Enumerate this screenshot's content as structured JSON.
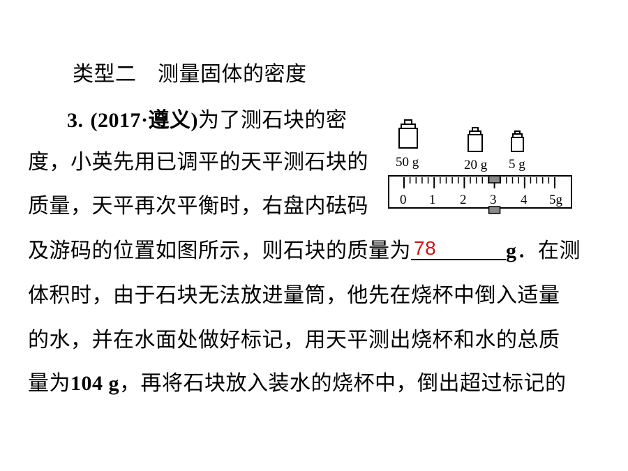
{
  "section": {
    "heading": "类型二　测量固体的密度"
  },
  "problem": {
    "number": "3.",
    "source": "(2017·遵义)",
    "lines": [
      "为了测石块的密",
      "度，小英先用已调平的天平测石块的",
      "质量，天平再次平衡时，右盘内砝码",
      "及游码的位置如图所示，则石块的质量为",
      "体积时，由于石块无法放进量筒，他先在烧杯中倒入适量",
      "的水，并在水面处做好标记，用天平测出烧杯和水的总质",
      "量为",
      "，再将石块放入装水的烧杯中，倒出超过标记的"
    ],
    "answer": "78",
    "unit_after_blank": "g",
    "after_blank": "．在测",
    "mass_value": "104 g"
  },
  "figure": {
    "weights": [
      "50 g",
      "20 g",
      "5 g"
    ],
    "scale_labels": [
      "0",
      "1",
      "2",
      "3",
      "4",
      "5g"
    ],
    "rider_reading_g": 3
  }
}
